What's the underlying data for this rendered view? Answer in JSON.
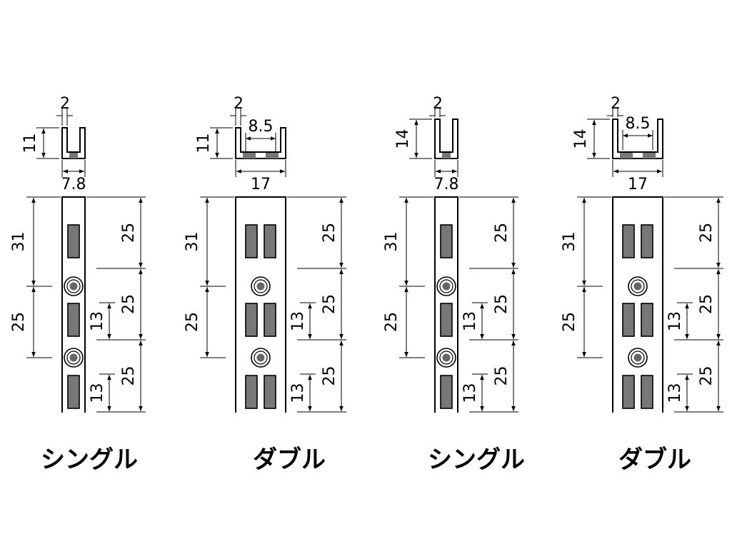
{
  "panels": [
    {
      "caption": "シングル",
      "variant": "single",
      "profile": {
        "top_width": "2",
        "height": "11",
        "bottom_width": "7.8"
      },
      "left_dims": [
        "31",
        "25"
      ],
      "right_dims": [
        "25",
        "25",
        "25"
      ],
      "pitch_dims": [
        "13",
        "13"
      ]
    },
    {
      "caption": "ダブル",
      "variant": "double",
      "profile": {
        "top_width": "2",
        "inner_width": "8.5",
        "height": "11",
        "bottom_width": "17"
      },
      "left_dims": [
        "31",
        "25"
      ],
      "right_dims": [
        "25",
        "25",
        "25"
      ],
      "pitch_dims": [
        "13",
        "13"
      ]
    },
    {
      "caption": "シングル",
      "variant": "single",
      "profile": {
        "top_width": "2",
        "height": "14",
        "bottom_width": "7.8"
      },
      "left_dims": [
        "31",
        "25"
      ],
      "right_dims": [
        "25",
        "25",
        "25"
      ],
      "pitch_dims": [
        "13",
        "13"
      ]
    },
    {
      "caption": "ダブル",
      "variant": "double",
      "profile": {
        "top_width": "2",
        "inner_width": "8.5",
        "height": "14",
        "bottom_width": "17"
      },
      "left_dims": [
        "31",
        "25"
      ],
      "right_dims": [
        "25",
        "25",
        "25"
      ],
      "pitch_dims": [
        "13",
        "13"
      ]
    }
  ]
}
